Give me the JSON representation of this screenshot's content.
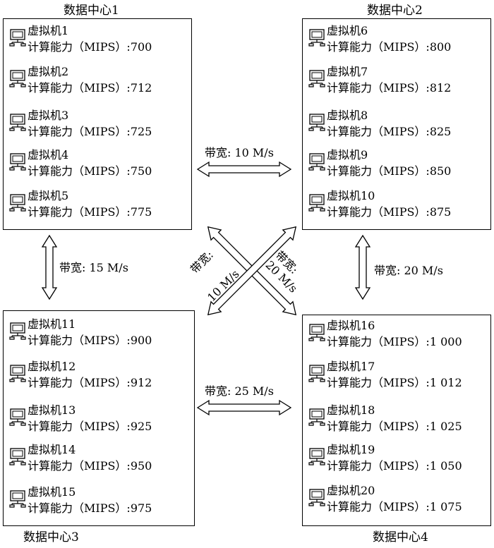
{
  "datacenters": [
    {
      "title": "数据中心1",
      "vms": [
        {
          "name": "虚拟机1",
          "spec": "计算能力（MIPS）:700"
        },
        {
          "name": "虚拟机2",
          "spec": "计算能力（MIPS）:712"
        },
        {
          "name": "虚拟机3",
          "spec": "计算能力（MIPS）:725"
        },
        {
          "name": "虚拟机4",
          "spec": "计算能力（MIPS）:750"
        },
        {
          "name": "虚拟机5",
          "spec": "计算能力（MIPS）:775"
        }
      ]
    },
    {
      "title": "数据中心2",
      "vms": [
        {
          "name": "虚拟机6",
          "spec": "计算能力（MIPS）:800"
        },
        {
          "name": "虚拟机7",
          "spec": "计算能力（MIPS）:812"
        },
        {
          "name": "虚拟机8",
          "spec": "计算能力（MIPS）:825"
        },
        {
          "name": "虚拟机9",
          "spec": "计算能力（MIPS）:850"
        },
        {
          "name": "虚拟机10",
          "spec": "计算能力（MIPS）:875"
        }
      ]
    },
    {
      "title": "数据中心3",
      "vms": [
        {
          "name": "虚拟机11",
          "spec": "计算能力（MIPS）:900"
        },
        {
          "name": "虚拟机12",
          "spec": "计算能力（MIPS）:912"
        },
        {
          "name": "虚拟机13",
          "spec": "计算能力（MIPS）:925"
        },
        {
          "name": "虚拟机14",
          "spec": "计算能力（MIPS）:950"
        },
        {
          "name": "虚拟机15",
          "spec": "计算能力（MIPS）:975"
        }
      ]
    },
    {
      "title": "数据中心4",
      "vms": [
        {
          "name": "虚拟机16",
          "spec": "计算能力（MIPS）:1 000"
        },
        {
          "name": "虚拟机17",
          "spec": "计算能力（MIPS）:1 012"
        },
        {
          "name": "虚拟机18",
          "spec": "计算能力（MIPS）:1 025"
        },
        {
          "name": "虚拟机19",
          "spec": "计算能力（MIPS）:1 050"
        },
        {
          "name": "虚拟机20",
          "spec": "计算能力（MIPS）:1 075"
        }
      ]
    }
  ],
  "links": {
    "dc1_dc2": "带宽: 10 M/s",
    "dc1_dc3": "带宽: 15 M/s",
    "dc2_dc4": "带宽: 20 M/s",
    "dc3_dc4": "带宽: 25 M/s",
    "dc1_dc4_top": "带宽:",
    "dc1_dc4_bottom": "20 M/s",
    "dc2_dc3_top": "带宽:",
    "dc2_dc3_bottom": "10 M/s"
  }
}
